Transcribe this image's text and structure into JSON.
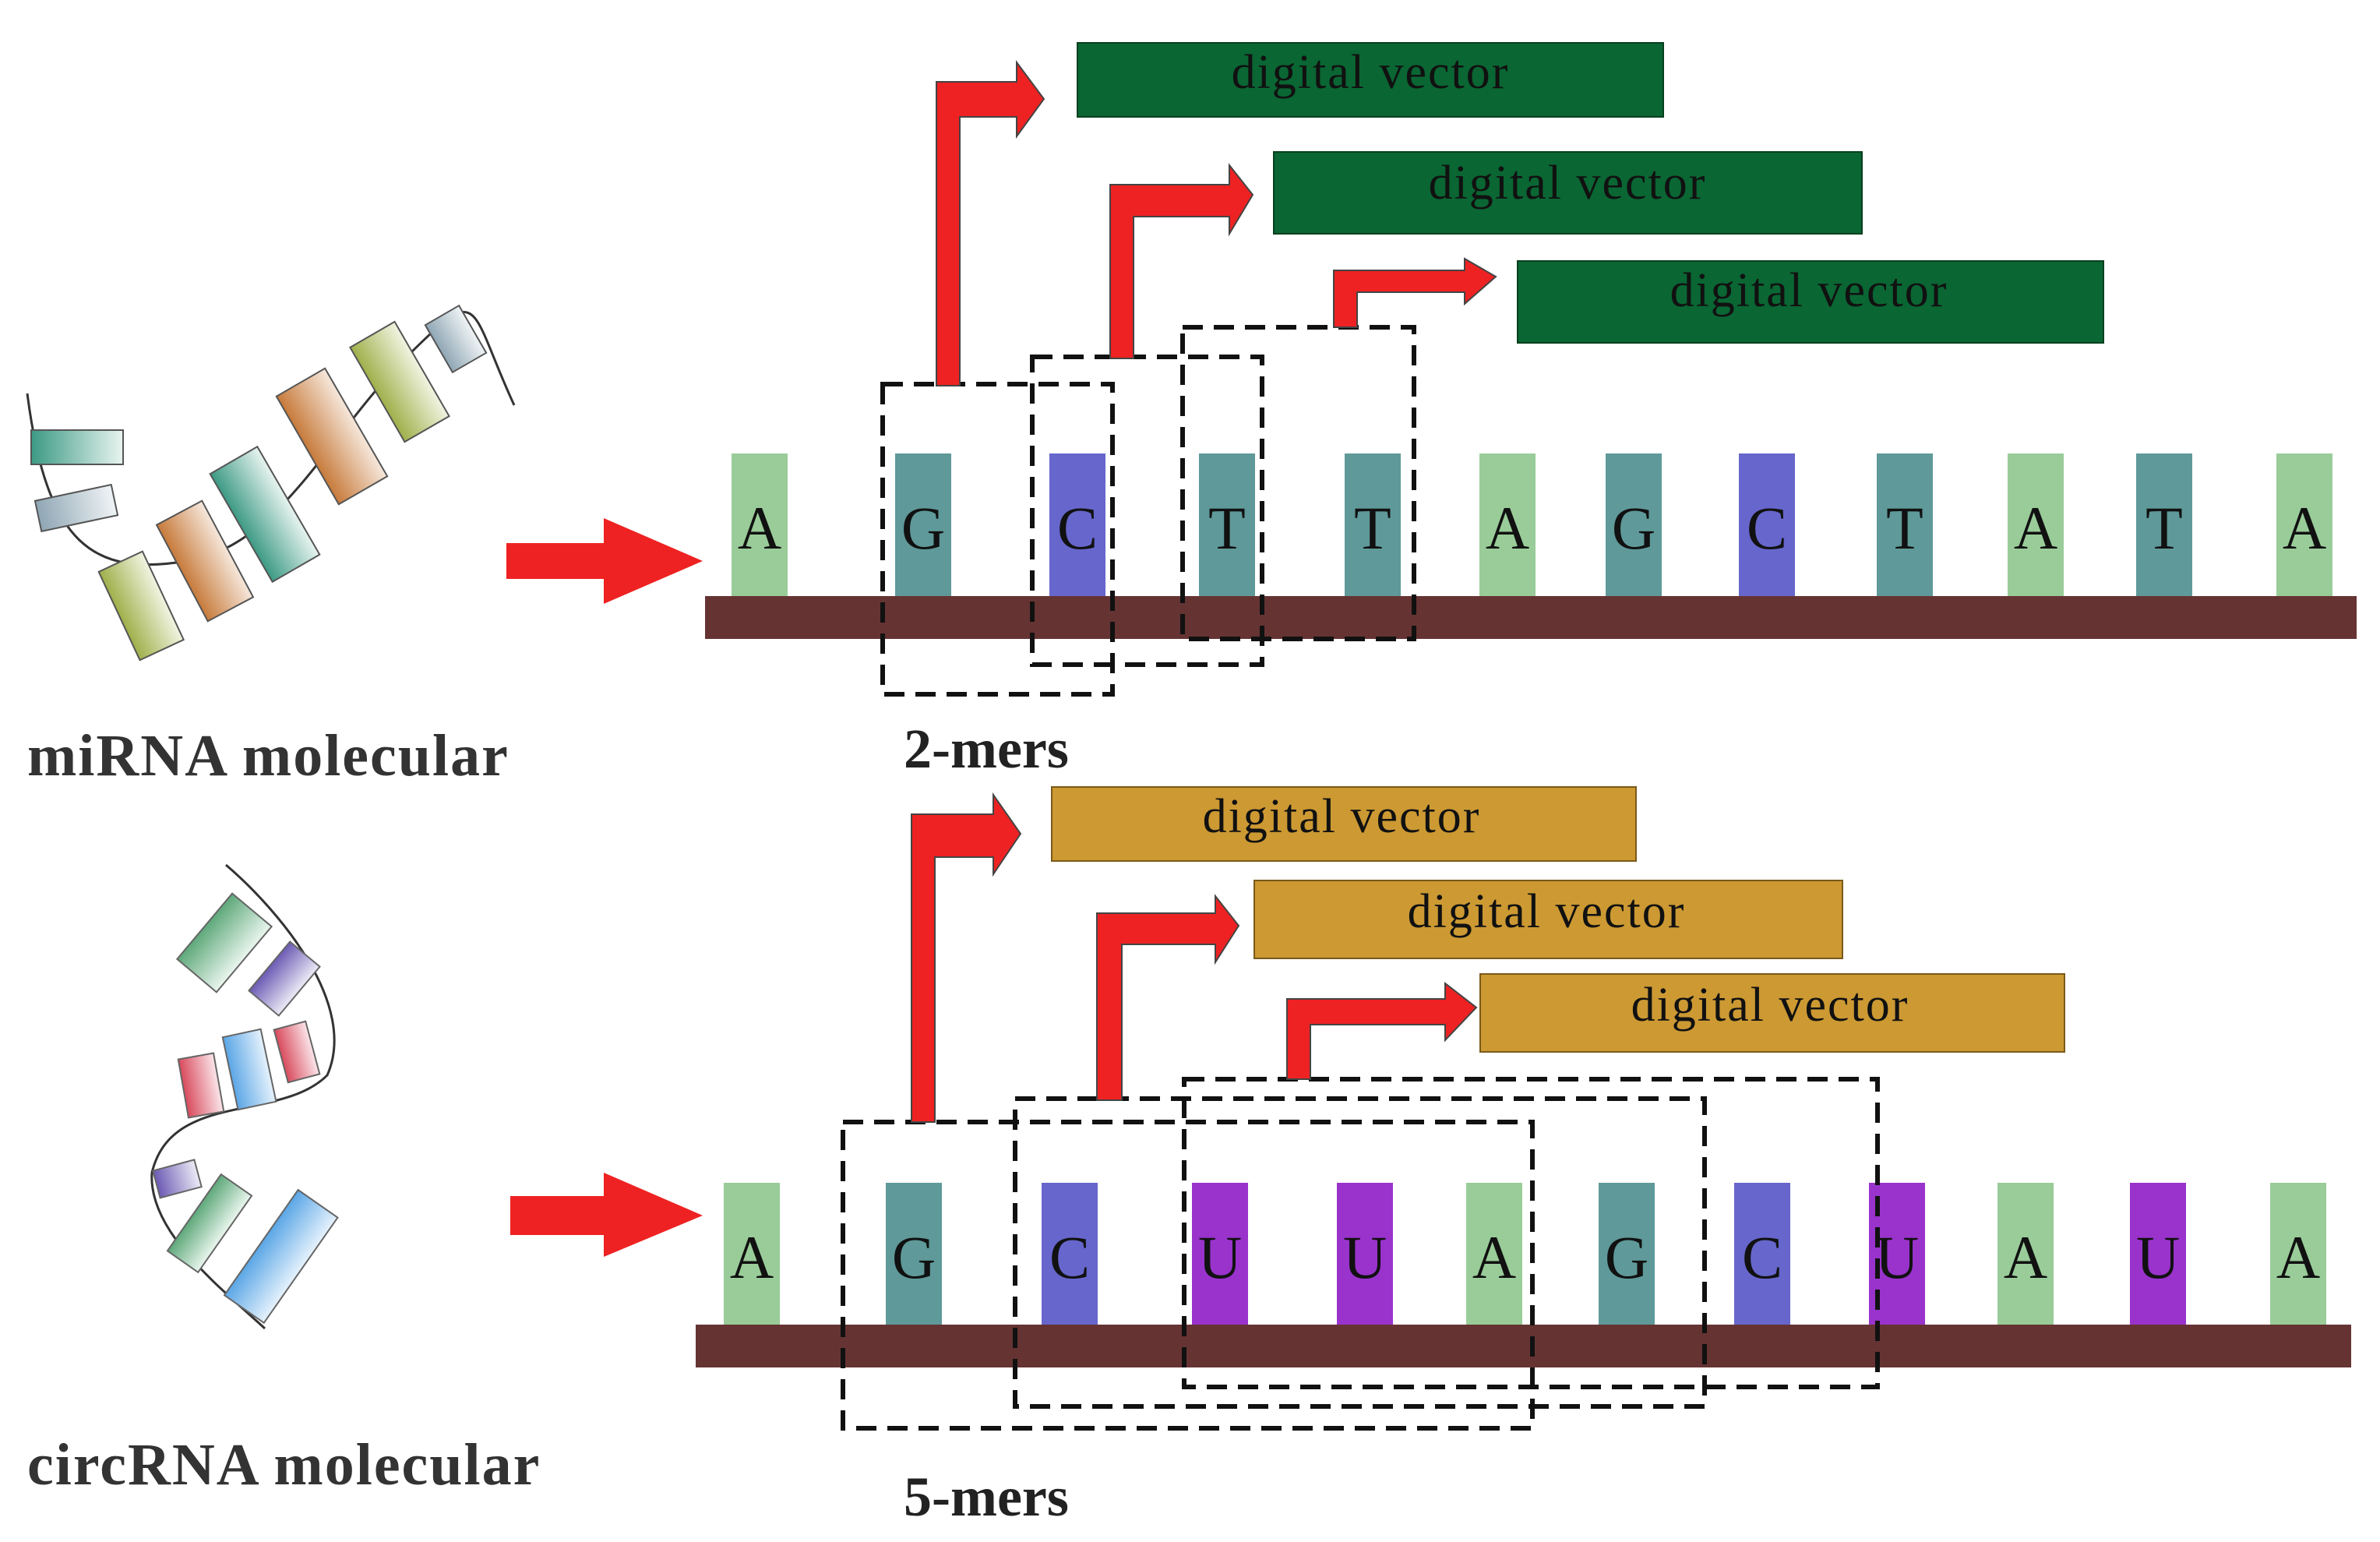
{
  "colors": {
    "A": "#99cc99",
    "G": "#5f9999",
    "C": "#6666cc",
    "T": "#5f9999",
    "U": "#9933cc",
    "strand": "#663333",
    "arrow": "#ee2222",
    "vector_green": "#0a6633",
    "vector_gold": "#cc9933"
  },
  "top": {
    "molecule_label": "miRNA molecular",
    "kmer_label": "2-mers",
    "sequence": [
      "A",
      "G",
      "C",
      "T",
      "T",
      "A",
      "G",
      "C",
      "T",
      "A",
      "T",
      "A"
    ],
    "vectors": [
      {
        "label": "digital vector"
      },
      {
        "label": "digital vector"
      },
      {
        "label": "digital vector"
      }
    ]
  },
  "bottom": {
    "molecule_label": "circRNA molecular",
    "kmer_label": "5-mers",
    "sequence": [
      "A",
      "G",
      "C",
      "U",
      "U",
      "A",
      "G",
      "C",
      "U",
      "A",
      "U",
      "A"
    ],
    "vectors": [
      {
        "label": "digital vector"
      },
      {
        "label": "digital vector"
      },
      {
        "label": "digital vector"
      }
    ]
  }
}
